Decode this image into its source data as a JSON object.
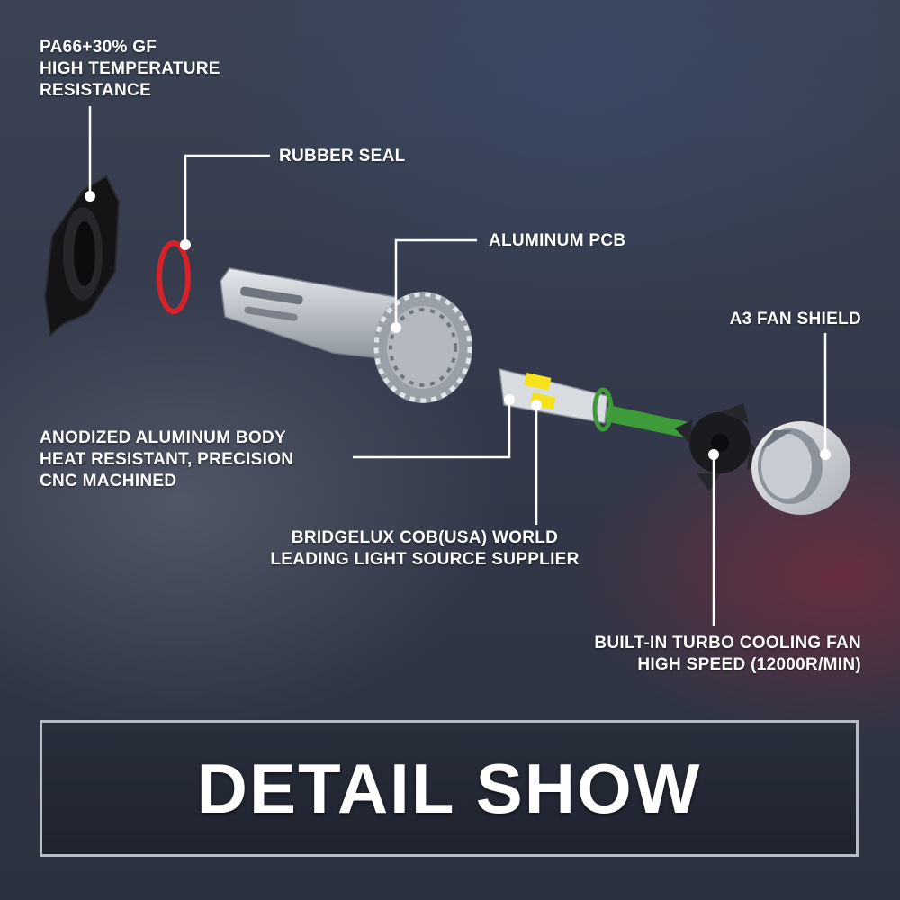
{
  "labels": {
    "housing": "PA66+30% GF\nHIGH TEMPERATURE\nRESISTANCE",
    "rubber_seal": "RUBBER SEAL",
    "aluminum_pcb": "ALUMINUM PCB",
    "fan_shield": "A3 FAN SHIELD",
    "body": "ANODIZED ALUMINUM BODY\nHEAT RESISTANT, PRECISION\nCNC MACHINED",
    "cob": "BRIDGELUX COB(USA) WORLD\nLEADING LIGHT SOURCE SUPPLIER",
    "fan": "BUILT-IN TURBO COOLING FAN\nHIGH SPEED (12000R/MIN)"
  },
  "banner": {
    "title": "DETAIL SHOW"
  },
  "colors": {
    "callout_line": "#ffffff",
    "seal": "#d8222a",
    "led_chip": "#f5e21b",
    "pcb_strip": "#3f9a3a",
    "aluminum": "#c8ccd2",
    "housing": "#141416"
  }
}
